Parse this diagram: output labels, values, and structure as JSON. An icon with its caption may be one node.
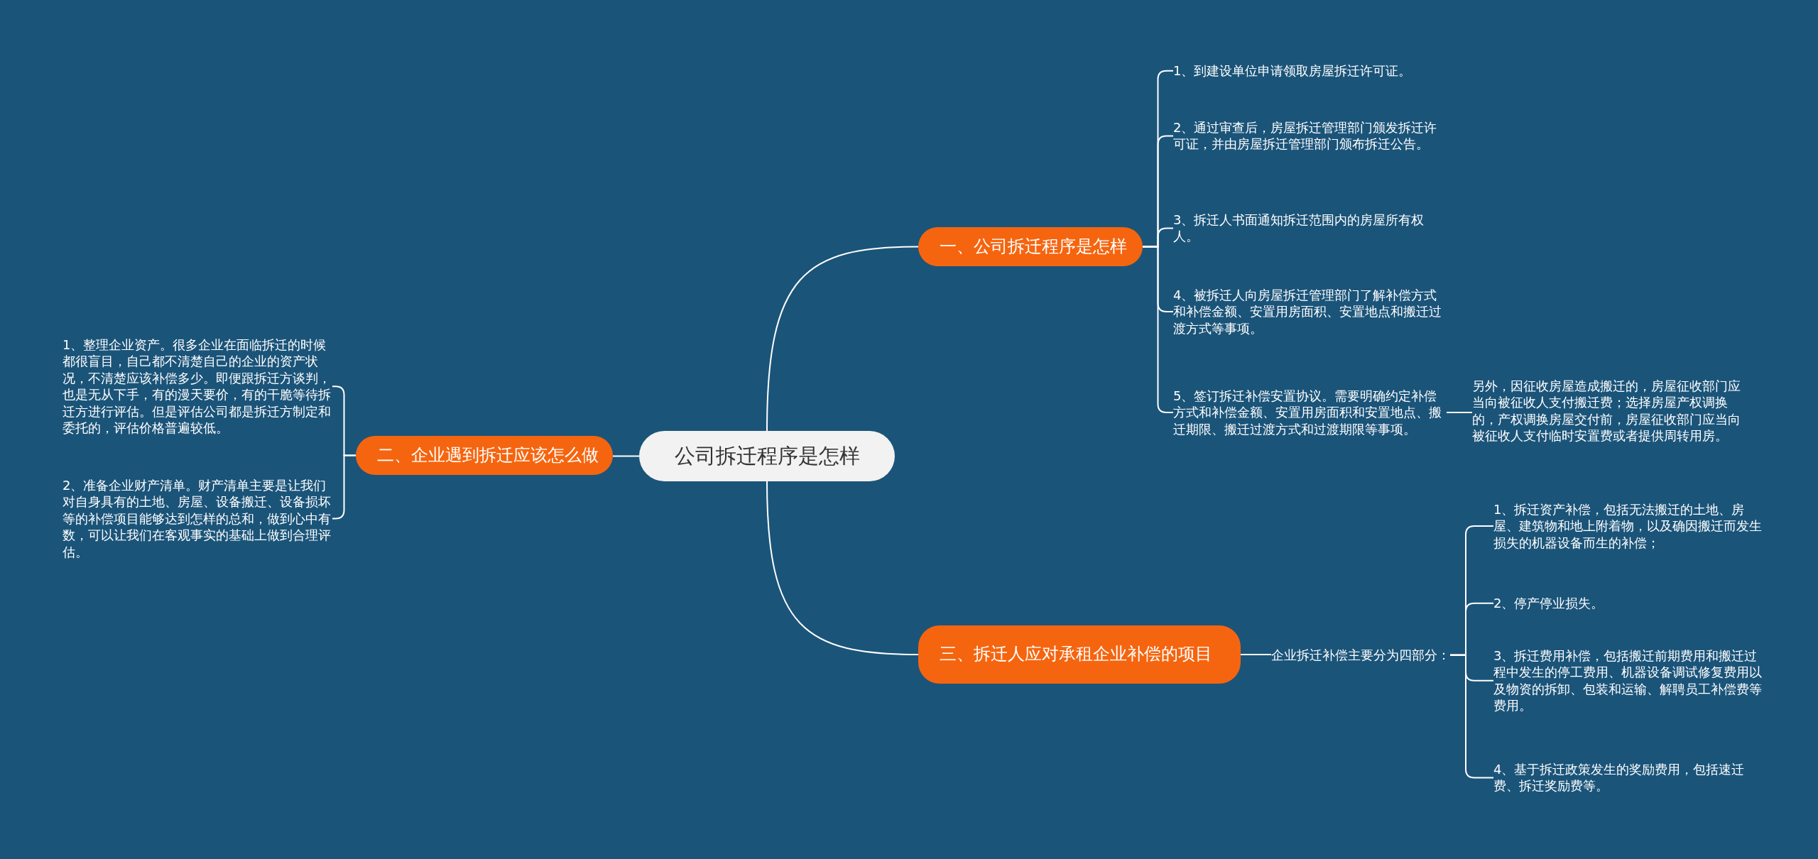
{
  "diagram": {
    "nodes": [
      {
        "text": [
          "公司拆迁程序是怎样"
        ]
      },
      {
        "text": [
          "一、公司拆迁程序是怎样"
        ]
      },
      {
        "text": [
          "1、到建设单位申请领取房屋拆迁许可证。"
        ]
      },
      {
        "text": [
          "2、通过审查后，房屋拆迁管理部门颁发拆迁许可证，并由房屋拆迁管理部门颁布拆迁公告。"
        ]
      },
      {
        "text": [
          "3、拆迁人书面通知拆迁范围内的房屋所有权人。"
        ]
      },
      {
        "text": [
          "4、被拆迁人向房屋拆迁管理部门了解补偿方式和补偿金额、安置用房面积、安置地点和搬迁过渡方式等事项。"
        ]
      },
      {
        "text": [
          "5、签订拆迁补偿安置协议。需要明确约定补偿方式和补偿金额、安置用房面积和安置地点、搬迁期限、搬迁过渡方式和过渡期限等事项。"
        ]
      },
      {
        "text": [
          "另外，因征收房屋造成搬迁的，房屋征收部门应当向被征收人支付搬迁费；选择房屋产权调换的，产权调换房屋交付前，房屋征收部门应当向被征收人支付临时安置费或者提供周转用房。"
        ]
      },
      {
        "text": [
          "二、企业遇到拆迁应该怎么做"
        ]
      },
      {
        "text": [
          "1、整理企业资产。很多企业在面临拆迁的时候都很盲目，自己都不清楚自己的企业的资产状况，不清楚应该补偿多少。即便跟拆迁方谈判，也是无从下手，有的漫天要价，有的干脆等待拆迁方进行评估。但是评估公司都是拆迁方制定和委托的，评估价格普遍较低。"
        ]
      },
      {
        "text": [
          "2、准备企业财产清单。财产清单主要是让我们对自身具有的土地、房屋、设备搬迁、设备损坏等的补偿项目能够达到怎样的总和，做到心中有数，可以让我们在客观事实的基础上做到合理评估。"
        ]
      },
      {
        "text": [
          "三、拆迁人应对承租企业补偿的项目"
        ]
      },
      {
        "text": [
          "企业拆迁补偿主要分为四部分："
        ]
      },
      {
        "text": [
          "1、拆迁资产补偿，包括无法搬迁的土地、房屋、建筑物和地上附着物，以及确因搬迁而发生损失的机器设备而生的补偿；"
        ]
      },
      {
        "text": [
          "2、停产停业损失。"
        ]
      },
      {
        "text": [
          "3、拆迁费用补偿，包括搬迁前期费用和搬迁过程中发生的停工费用、机器设备调试修复费用以及物资的拆卸、包装和运输、解聘员工补偿费等费用。"
        ]
      },
      {
        "text": [
          "4、基于拆迁政策发生的奖励费用，包括速迁费、拆迁奖励费等。"
        ]
      }
    ],
    "edges": [
      {
        "from": 0,
        "to": 1,
        "arrow": "none"
      },
      {
        "from": 1,
        "to": 2,
        "arrow": "none"
      },
      {
        "from": 1,
        "to": 3,
        "arrow": "none"
      },
      {
        "from": 1,
        "to": 4,
        "arrow": "none"
      },
      {
        "from": 1,
        "to": 5,
        "arrow": "none"
      },
      {
        "from": 1,
        "to": 6,
        "arrow": "none"
      },
      {
        "from": 6,
        "to": 7,
        "arrow": "none"
      },
      {
        "from": 0,
        "to": 8,
        "arrow": "none"
      },
      {
        "from": 8,
        "to": 9,
        "arrow": "none"
      },
      {
        "from": 8,
        "to": 10,
        "arrow": "none"
      },
      {
        "from": 0,
        "to": 11,
        "arrow": "none"
      },
      {
        "from": 11,
        "to": 12,
        "arrow": "none"
      },
      {
        "from": 12,
        "to": 13,
        "arrow": "none"
      },
      {
        "from": 12,
        "to": 14,
        "arrow": "none"
      },
      {
        "from": 12,
        "to": 15,
        "arrow": "none"
      },
      {
        "from": 12,
        "to": 16,
        "arrow": "none"
      }
    ]
  }
}
